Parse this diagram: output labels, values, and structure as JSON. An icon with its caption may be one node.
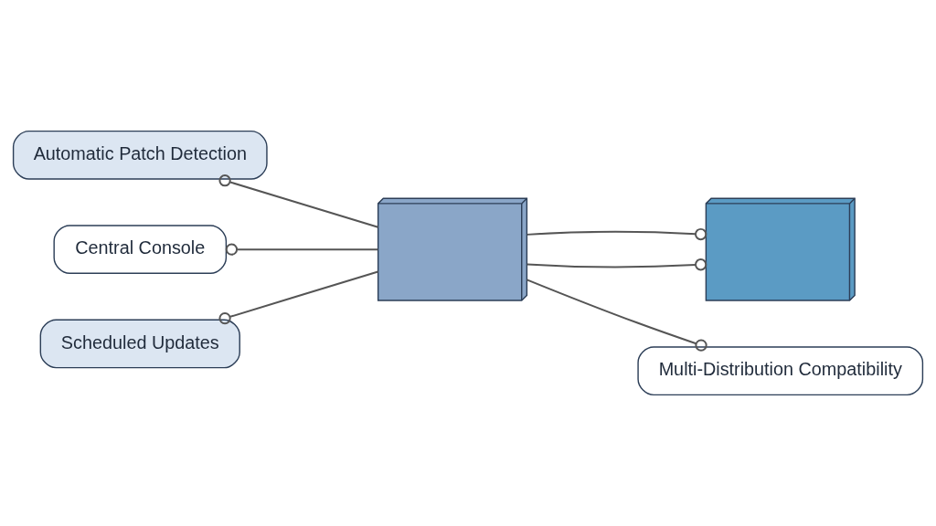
{
  "diagram": {
    "nodes": [
      {
        "text": [
          "Automatic Patch Detection"
        ]
      },
      {
        "text": [
          "Central Console"
        ]
      },
      {
        "text": [
          "Scheduled Updates"
        ]
      },
      {
        "text": [],
        "shape": "picture"
      },
      {
        "text": [],
        "shape": "picture"
      },
      {
        "text": [
          "Multi-Distribution Compatibility"
        ]
      }
    ],
    "edges": [
      {
        "from": 0,
        "to": 3,
        "arrow": "other"
      },
      {
        "from": 1,
        "to": 3,
        "arrow": "other"
      },
      {
        "from": 2,
        "to": 3,
        "arrow": "other"
      },
      {
        "from": 4,
        "to": 3,
        "arrow": "other"
      },
      {
        "from": 4,
        "to": 3,
        "arrow": "other"
      },
      {
        "from": 5,
        "to": 3,
        "arrow": "other"
      }
    ]
  }
}
